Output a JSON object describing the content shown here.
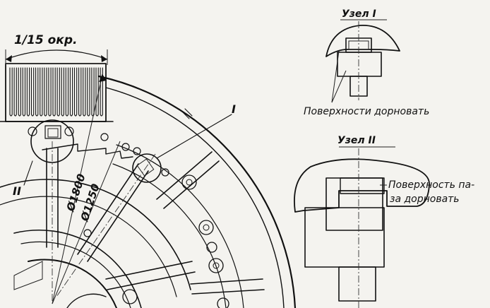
{
  "labels": {
    "fraction": "1/15 окр.",
    "node_1_mark": "I",
    "node_2_mark": "II",
    "diameter_outer": "Ø1800",
    "diameter_inner": "Ø1250",
    "node_1_title": "Узел I",
    "node_1_note": "Поверхности дорновать",
    "node_2_title": "Узел II",
    "node_2_note_line1": "Поверхность па-",
    "node_2_note_line2": "за дорновать"
  },
  "colors": {
    "ink": "#111111",
    "paper": "#f4f3ef",
    "hatch": "#555555"
  }
}
